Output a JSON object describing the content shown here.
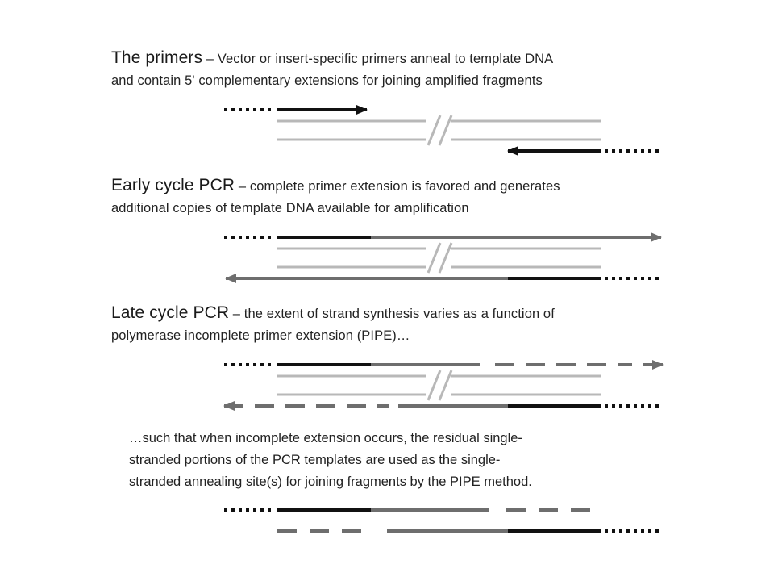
{
  "sections": [
    {
      "heading": "The primers",
      "dash": " – ",
      "line1": "Vector or insert-specific primers anneal to template DNA",
      "line2": "and contain 5' complementary extensions for joining amplified fragments"
    },
    {
      "heading": "Early cycle PCR",
      "dash": " – ",
      "line1": "complete primer extension is favored and generates",
      "line2": "additional copies of template DNA available for amplification"
    },
    {
      "heading": "Late cycle PCR",
      "dash": " – ",
      "line1": "the extent of strand synthesis varies as a function of",
      "line2": "polymerase incomplete primer extension (PIPE)…"
    }
  ],
  "note": {
    "line1": "…such that when incomplete extension occurs, the residual single-",
    "line2": "stranded portions of the PCR templates are used as the single-",
    "line3": "stranded annealing site(s) for joining fragments by the PIPE method."
  },
  "colors": {
    "primer": "#111111",
    "synthesized": "#6e6e6e",
    "template": "#b8b8b8",
    "dots": "#111111"
  }
}
